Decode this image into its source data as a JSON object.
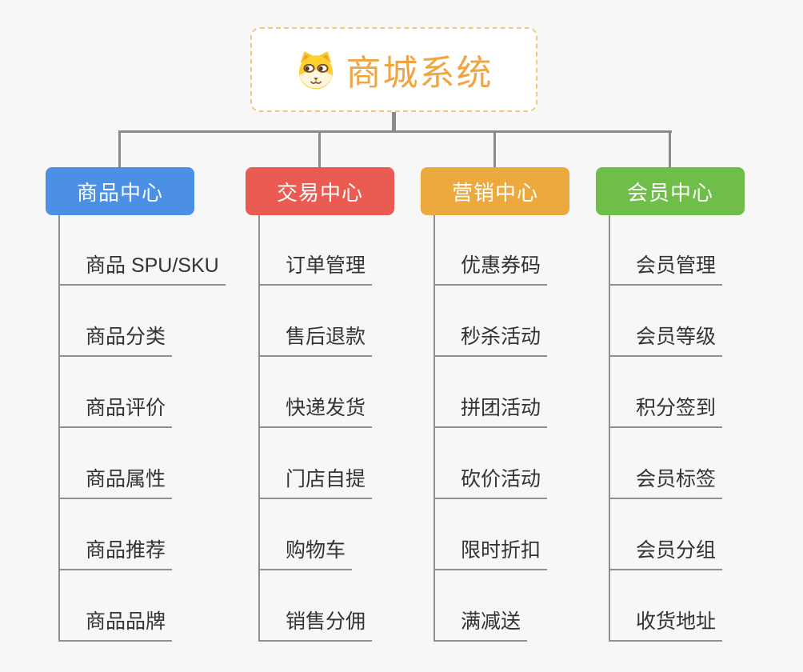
{
  "page": {
    "background": "#f7f7f7",
    "connector_color": "#8a8a8a"
  },
  "root": {
    "title": "商城系统",
    "icon": "dog-face-icon",
    "border_color": "#f3c77f",
    "title_color": "#f0a542"
  },
  "branches": [
    {
      "label": "商品中心",
      "color": "#4b90e5",
      "items": [
        "商品 SPU/SKU",
        "商品分类",
        "商品评价",
        "商品属性",
        "商品推荐",
        "商品品牌"
      ]
    },
    {
      "label": "交易中心",
      "color": "#ea5b52",
      "items": [
        "订单管理",
        "售后退款",
        "快递发货",
        "门店自提",
        "购物车",
        "销售分佣"
      ]
    },
    {
      "label": "营销中心",
      "color": "#eca93e",
      "items": [
        "优惠券码",
        "秒杀活动",
        "拼团活动",
        "砍价活动",
        "限时折扣",
        "满减送"
      ]
    },
    {
      "label": "会员中心",
      "color": "#6fbe49",
      "items": [
        "会员管理",
        "会员等级",
        "积分签到",
        "会员标签",
        "会员分组",
        "收货地址"
      ]
    }
  ]
}
